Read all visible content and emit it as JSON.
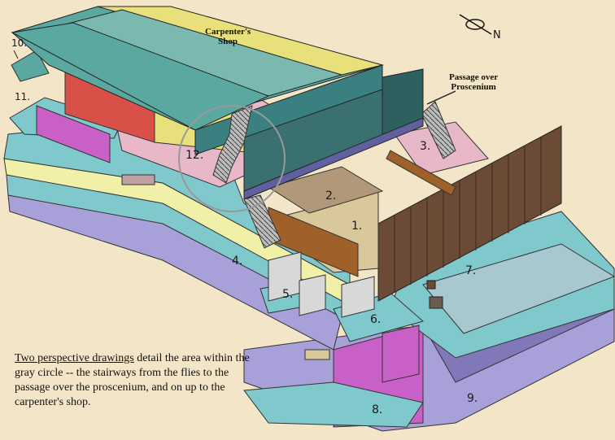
{
  "callouts": {
    "carpenters_shop": [
      "Carpenter's",
      "Shop"
    ],
    "passage": [
      "Passage over",
      "Proscenium"
    ]
  },
  "compass": {
    "label": "N",
    "icon": "compass-icon"
  },
  "area_numbers": {
    "a1": "1.",
    "a2": "2.",
    "a3": "3.",
    "a4": "4.",
    "a5": "5.",
    "a6": "6.",
    "a7": "7.",
    "a8": "8.",
    "a9": "9.",
    "a10": "10.",
    "a11": "11.",
    "a12": "12."
  },
  "caption": {
    "link": "Two perspective drawings",
    "rest": " detail the area within the gray circle -- the stairways from the flies to the passage over the proscenium, and on up to the carpenter's shop."
  },
  "colors": {
    "background": "#f3e6c8",
    "cyan_floor": "#7fc8cc",
    "roof_teal": "#5aa8a0",
    "yellow_band": "#e8e07a",
    "brown_wall": "#6b4a36",
    "magenta": "#c860c8",
    "lavender": "#a8a0d8",
    "pink_floor": "#e8b8c8",
    "stage_floor": "#d8c89a",
    "red_wall": "#d85048",
    "stair_gray": "#9a9a9a",
    "circle": "#999999"
  }
}
